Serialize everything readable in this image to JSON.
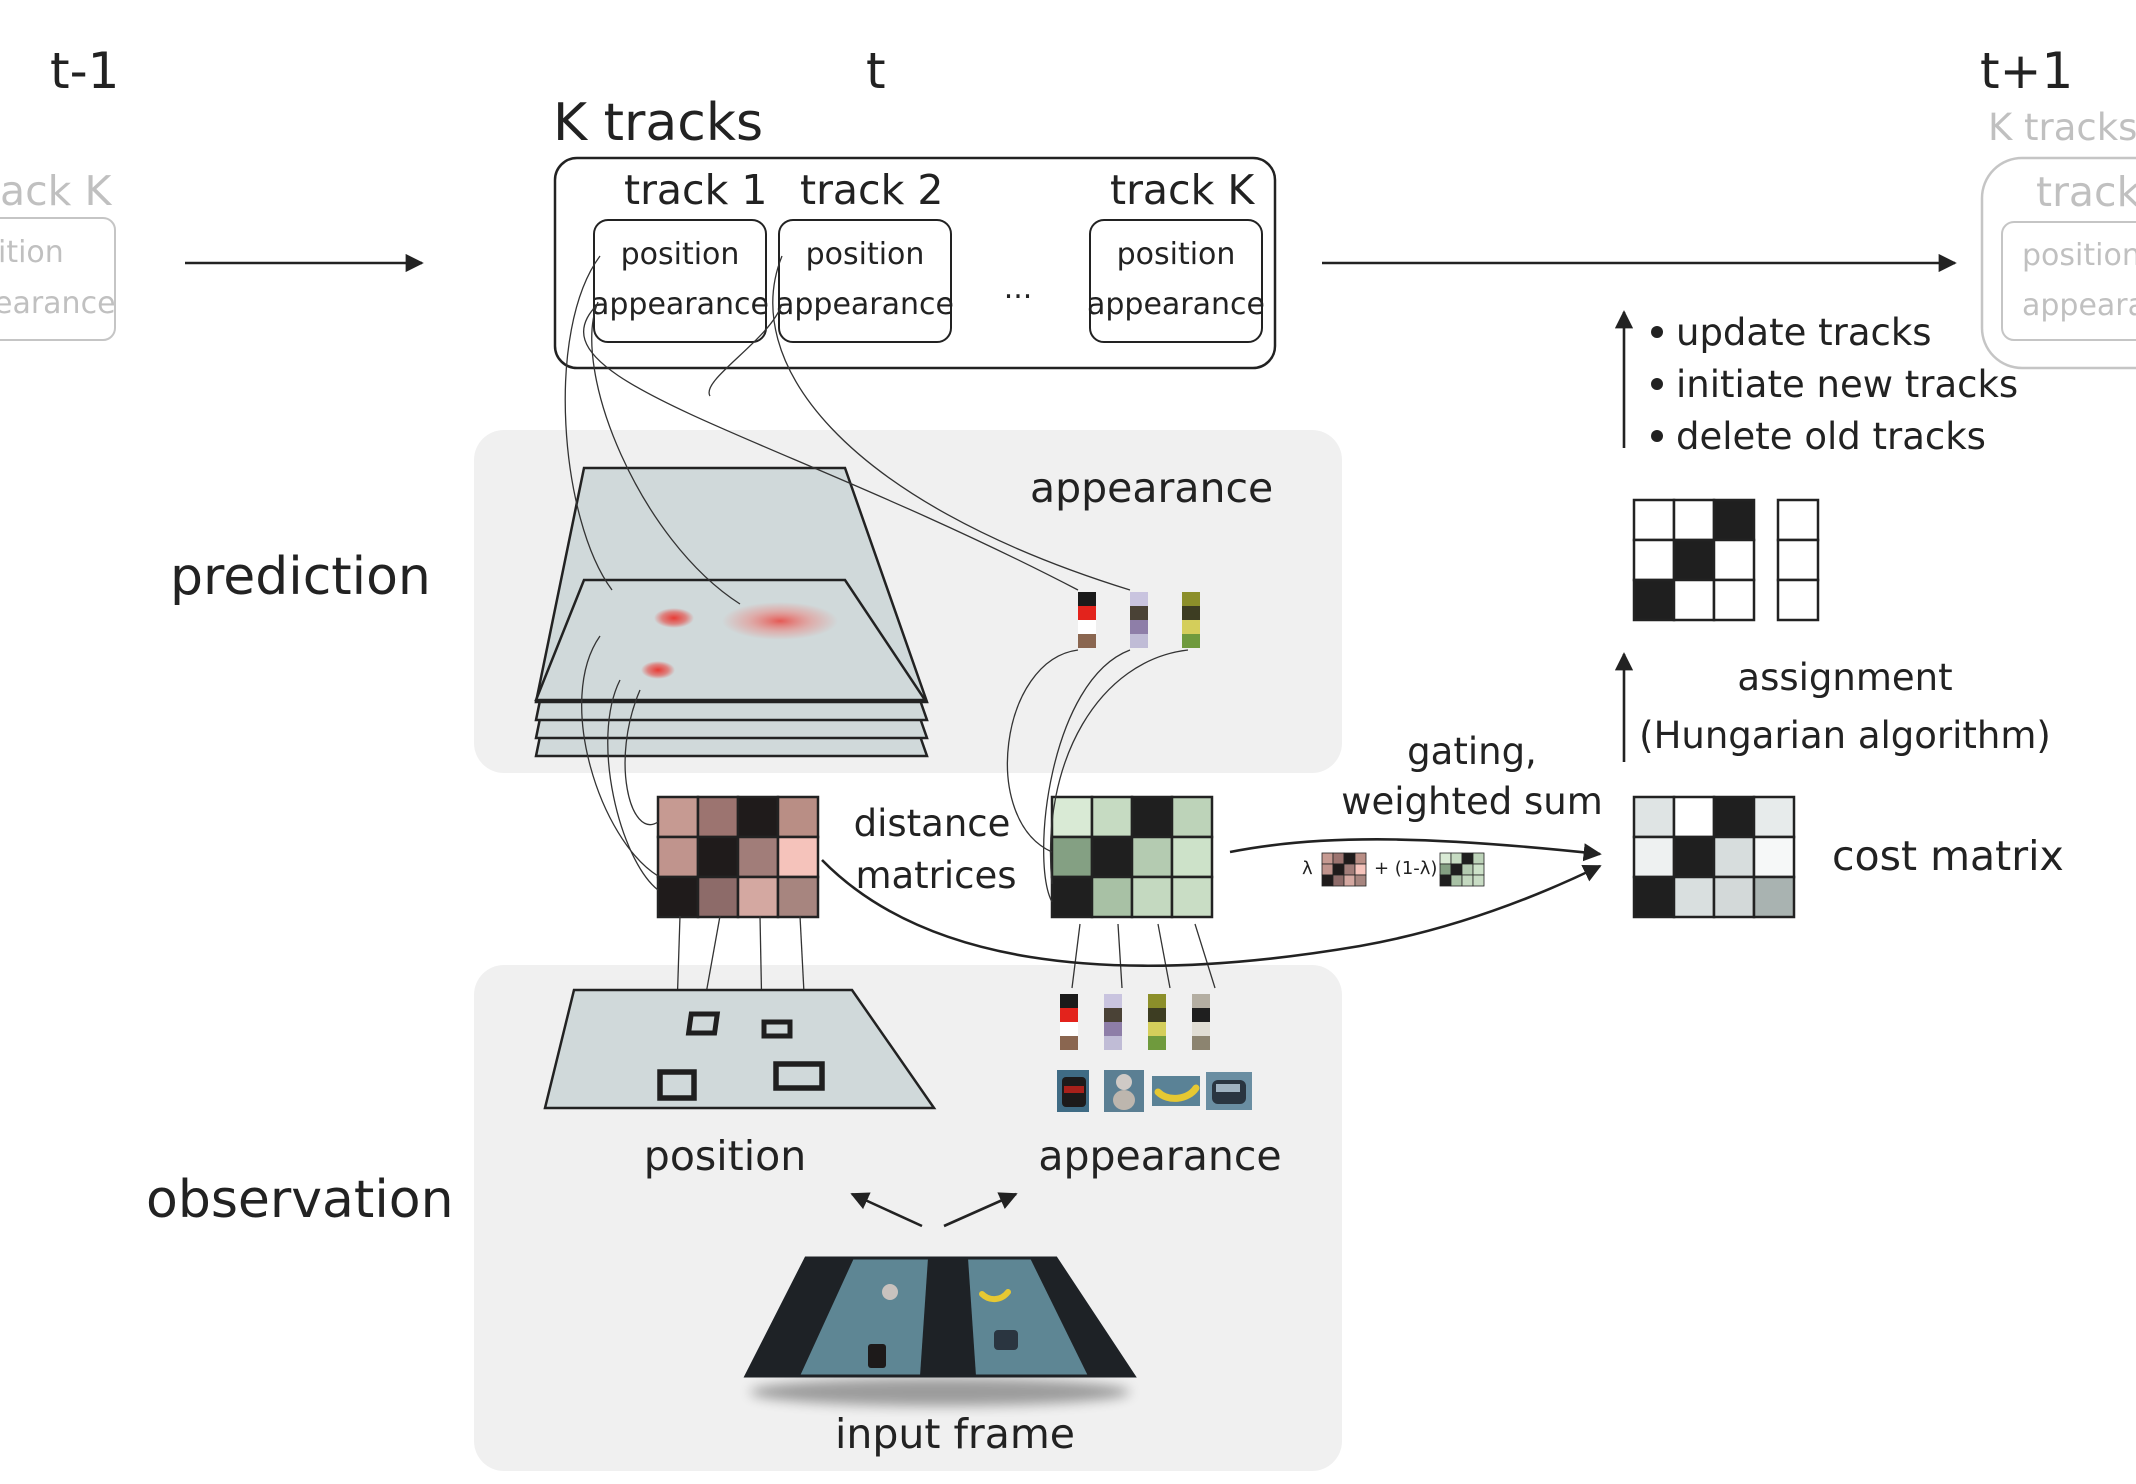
{
  "timeline": {
    "prev": "t-1",
    "current": "t",
    "next": "t+1"
  },
  "tracks": {
    "heading": "K tracks",
    "items": [
      {
        "name": "track 1",
        "position": "position",
        "appearance": "appearance"
      },
      {
        "name": "track 2",
        "position": "position",
        "appearance": "appearance"
      },
      {
        "name": "track K",
        "position": "position",
        "appearance": "appearance"
      }
    ],
    "ellipsis": "..."
  },
  "ghost_prev": {
    "track": "ack K",
    "position": "ition",
    "appearance": "earance"
  },
  "ghost_next": {
    "heading": "K tracks",
    "track": "track",
    "position": "position",
    "appearance": "appearan"
  },
  "sections": {
    "prediction": "prediction",
    "observation": "observation"
  },
  "prediction": {
    "position_label": "position",
    "appearance_label": "appearance"
  },
  "observation": {
    "position_label": "position",
    "appearance_label": "appearance",
    "input_label": "input frame"
  },
  "distance": {
    "label_line1": "distance",
    "label_line2": "matrices"
  },
  "gating": {
    "label_line1": "gating,",
    "label_line2": "weighted sum",
    "formula_lambda": "λ",
    "formula_rest": "+ (1-λ)"
  },
  "cost_matrix": {
    "label": "cost matrix"
  },
  "assignment": {
    "label_line1": "assignment",
    "label_line2": "(Hungarian algorithm)"
  },
  "updates": {
    "items": [
      "update tracks",
      "initiate new tracks",
      "delete old tracks"
    ]
  },
  "colors": {
    "panel_bg": "#f0f0f0",
    "plane": "#d0d9da",
    "road": "#5e8694",
    "road_dark": "#1e2226",
    "heat": "#e83b35"
  },
  "matrices": {
    "position_distance": [
      [
        "#c69a92",
        "#9c7470",
        "#1f1b1b",
        "#b98e85"
      ],
      [
        "#c0948d",
        "#1f1b1b",
        "#a17d79",
        "#f5c3bb"
      ],
      [
        "#1f1b1b",
        "#8d6b69",
        "#d4a8a1",
        "#a7857f"
      ]
    ],
    "appearance_distance": [
      [
        "#d9ead5",
        "#c6dbc2",
        "#1f1f1f",
        "#bdd3b9"
      ],
      [
        "#84a083",
        "#1f1f1f",
        "#b4cbb1",
        "#cde2c9"
      ],
      [
        "#1f1f1f",
        "#a8c1a5",
        "#c4d9c0",
        "#c9ddc5"
      ]
    ],
    "cost": [
      [
        "#dfe4e4",
        "#ffffff",
        "#1f1f1f",
        "#e7ebeb"
      ],
      [
        "#eef1f1",
        "#1f1f1f",
        "#d7dddd",
        "#f6f8f8"
      ],
      [
        "#1f1f1f",
        "#d9dfdf",
        "#d3d9d9",
        "#a9b3b1"
      ]
    ],
    "assignment": [
      [
        "#ffffff",
        "#ffffff",
        "#1f1f1f"
      ],
      [
        "#ffffff",
        "#1f1f1f",
        "#ffffff"
      ],
      [
        "#1f1f1f",
        "#ffffff",
        "#ffffff"
      ]
    ]
  },
  "swatches": {
    "track_descriptors": [
      [
        "#1a1a1a",
        "#e3231c",
        "#ffffff",
        "#8a6650"
      ],
      [
        "#c9c4df",
        "#4a4236",
        "#8e7ea8",
        "#c0bcd6"
      ],
      [
        "#8c8f2a",
        "#3d3d22",
        "#d4ce5b",
        "#6f9a3d"
      ]
    ],
    "observation_descriptors": [
      [
        "#1a1a1a",
        "#e3231c",
        "#ffffff",
        "#8a6650"
      ],
      [
        "#c9c4df",
        "#4a4236",
        "#8e7ea8",
        "#c0bcd6"
      ],
      [
        "#8c8f2a",
        "#3d3d22",
        "#d4ce5b",
        "#6f9a3d"
      ],
      [
        "#b4aea2",
        "#1f1f1f",
        "#e0ddd4",
        "#8c8470"
      ]
    ]
  }
}
